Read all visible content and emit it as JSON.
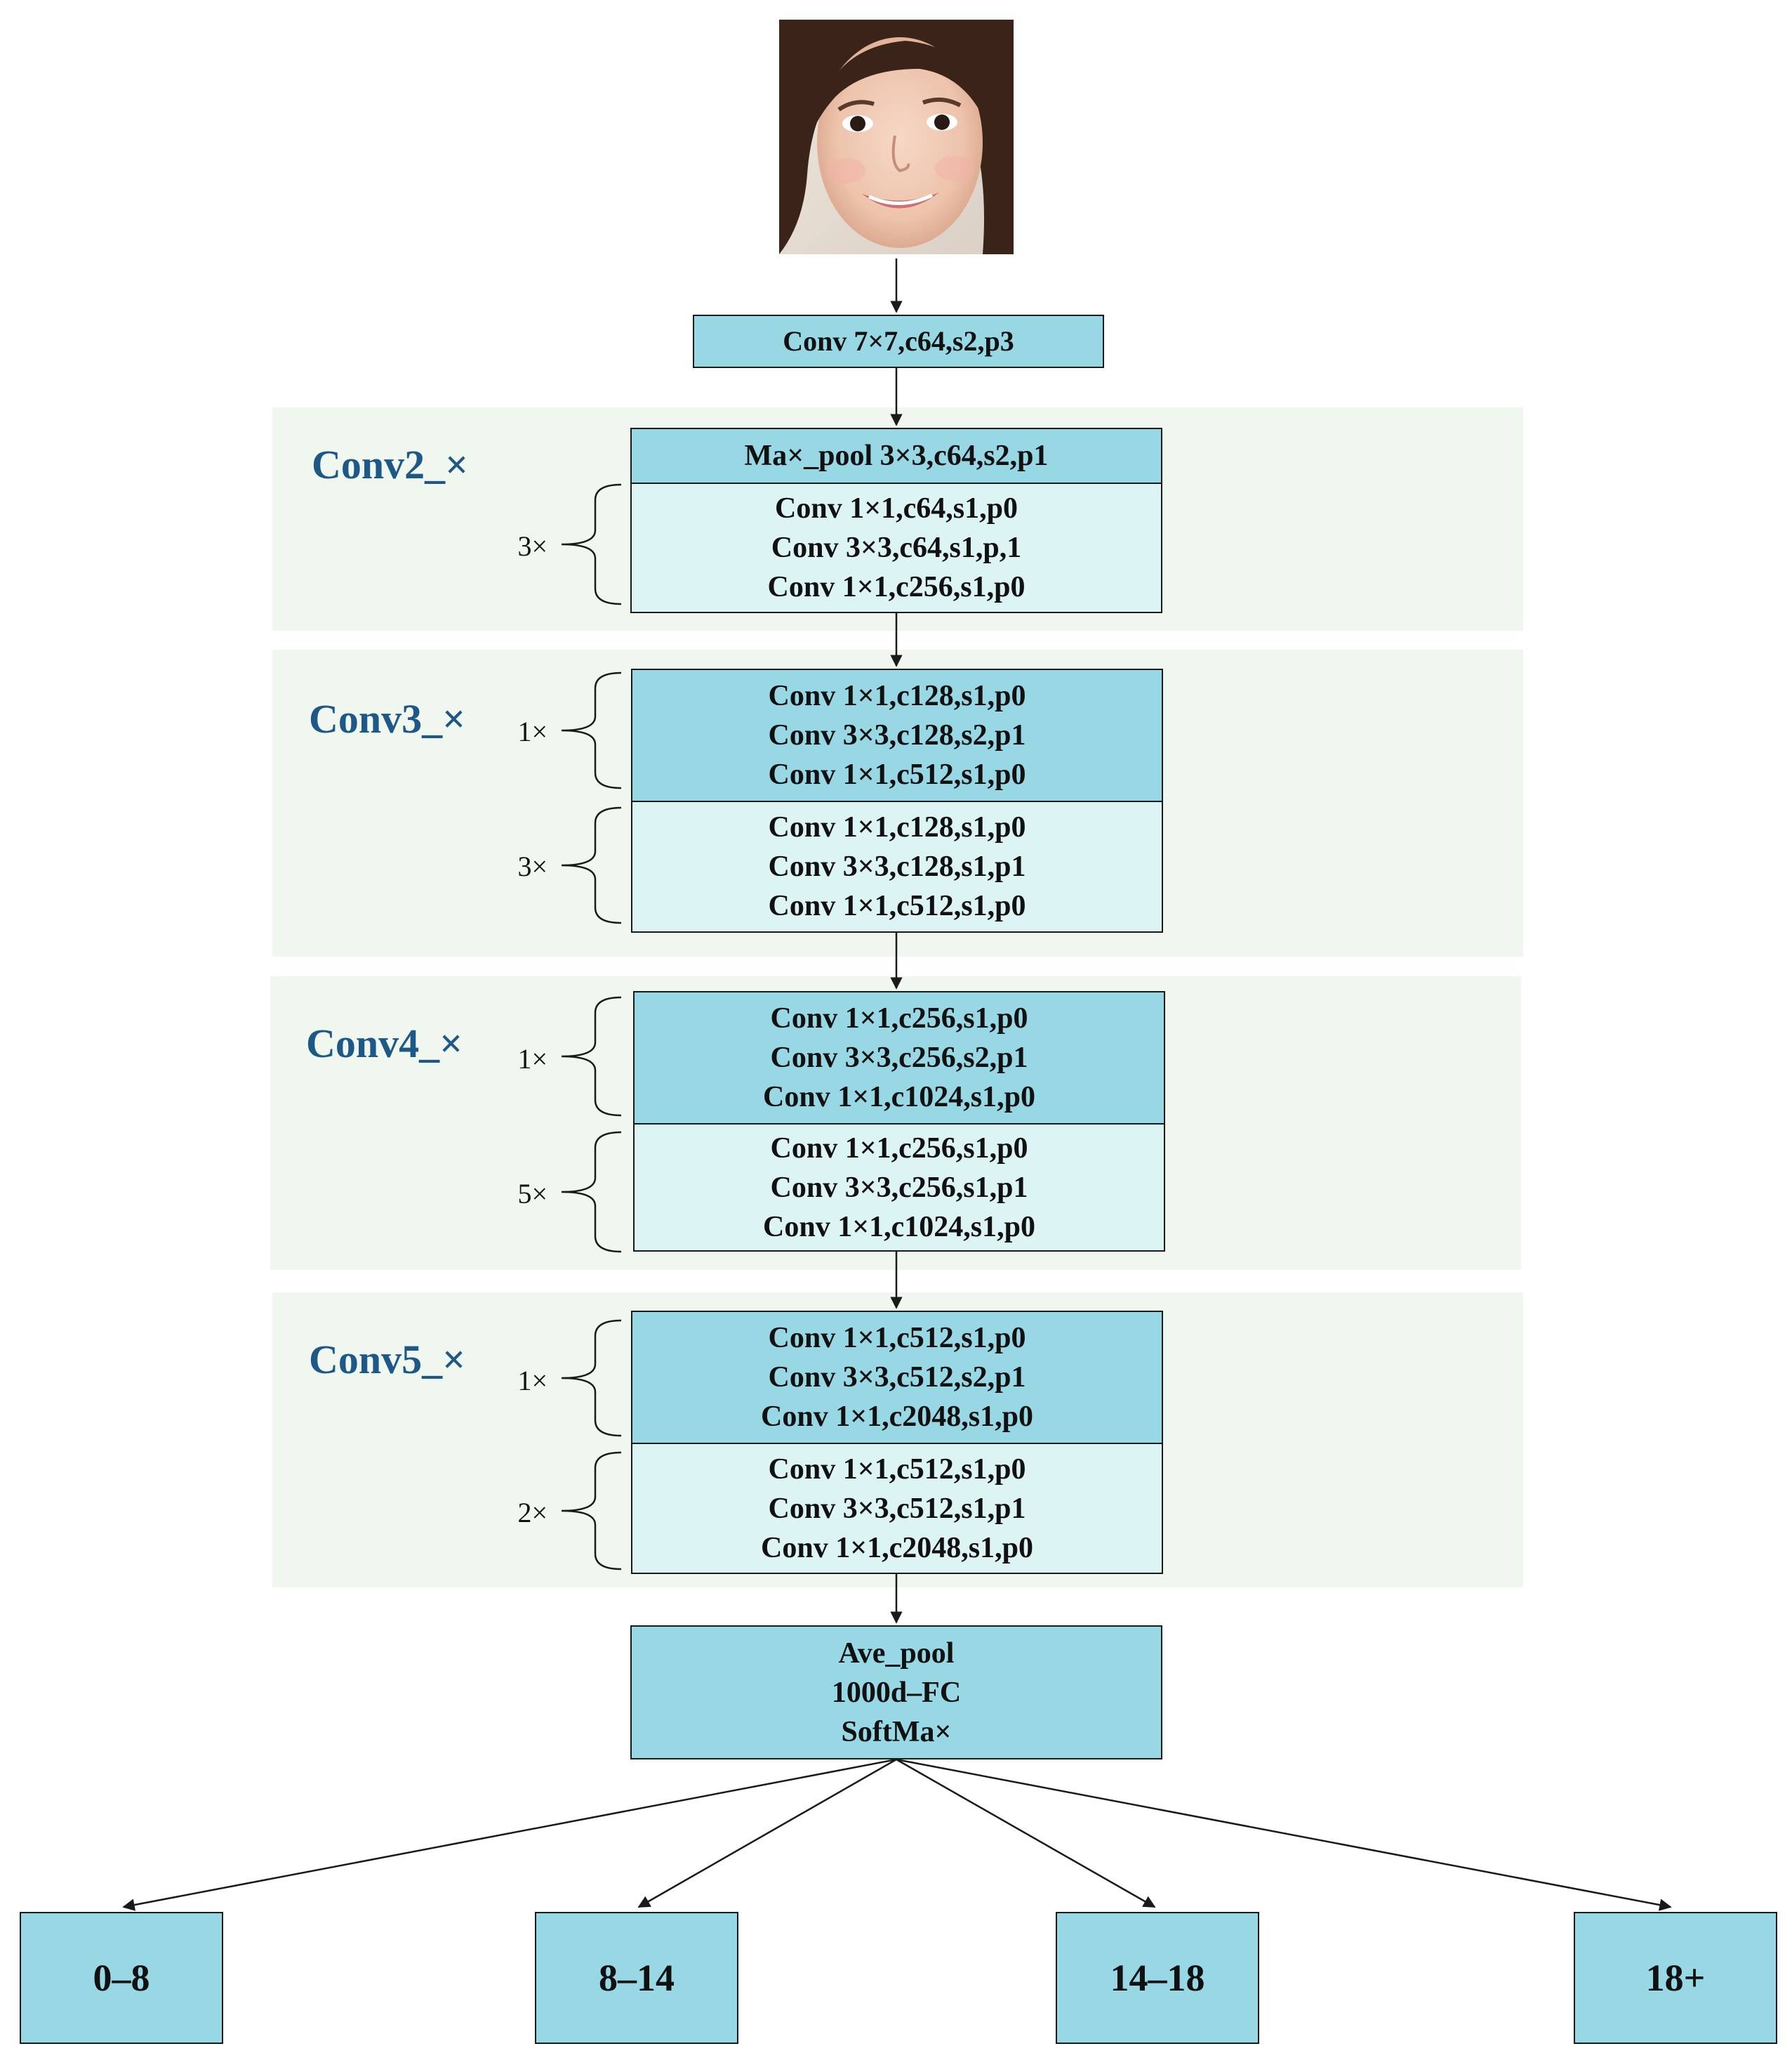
{
  "input_image": "face-photo",
  "stem": {
    "lines": [
      "Conv 7×7,c64,s2,p3"
    ]
  },
  "stages": [
    {
      "label": "Conv2_×",
      "pool": "Ma×_pool 3×3,c64,s2,p1",
      "blocks": [
        {
          "repeat": "3×",
          "lines": [
            "Conv 1×1,c64,s1,p0",
            "Conv 3×3,c64,s1,p,1",
            "Conv 1×1,c256,s1,p0"
          ]
        }
      ]
    },
    {
      "label": "Conv3_×",
      "blocks": [
        {
          "repeat": "1×",
          "lines": [
            "Conv 1×1,c128,s1,p0",
            "Conv 3×3,c128,s2,p1",
            "Conv 1×1,c512,s1,p0"
          ]
        },
        {
          "repeat": "3×",
          "lines": [
            "Conv 1×1,c128,s1,p0",
            "Conv 3×3,c128,s1,p1",
            "Conv 1×1,c512,s1,p0"
          ]
        }
      ]
    },
    {
      "label": "Conv4_×",
      "blocks": [
        {
          "repeat": "1×",
          "lines": [
            "Conv 1×1,c256,s1,p0",
            "Conv 3×3,c256,s2,p1",
            "Conv 1×1,c1024,s1,p0"
          ]
        },
        {
          "repeat": "5×",
          "lines": [
            "Conv 1×1,c256,s1,p0",
            "Conv 3×3,c256,s1,p1",
            "Conv 1×1,c1024,s1,p0"
          ]
        }
      ]
    },
    {
      "label": "Conv5_×",
      "blocks": [
        {
          "repeat": "1×",
          "lines": [
            "Conv 1×1,c512,s1,p0",
            "Conv 3×3,c512,s2,p1",
            "Conv 1×1,c2048,s1,p0"
          ]
        },
        {
          "repeat": "2×",
          "lines": [
            "Conv 1×1,c512,s1,p0",
            "Conv 3×3,c512,s1,p1",
            "Conv 1×1,c2048,s1,p0"
          ]
        }
      ]
    }
  ],
  "head": {
    "lines": [
      "Ave_pool",
      "1000d–FC",
      "SoftMa×"
    ]
  },
  "outputs": [
    "0–8",
    "8–14",
    "14–18",
    "18+"
  ],
  "colors": {
    "box_dark": "#98d7e4",
    "box_light": "#ddf4f5",
    "stage_band": "#f0f7ef",
    "stage_label": "#1d5886",
    "line": "#1a1a1a"
  }
}
